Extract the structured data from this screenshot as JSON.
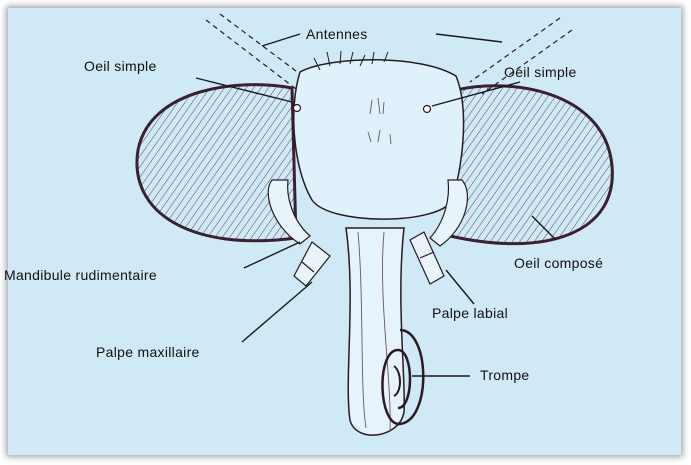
{
  "diagram": {
    "labels": {
      "antennes": "Antennes",
      "oeil_simple_left": "Oeil simple",
      "oeil_simple_right": "Oeil simple",
      "oeil_compose": "Oeil composé",
      "mandibule": "Mandibule rudimentaire",
      "palpe_labial": "Palpe labial",
      "palpe_maxillaire": "Palpe maxillaire",
      "trompe": "Trompe"
    },
    "colors": {
      "background": "#cfe9f7",
      "ink": "#2a1a22",
      "eye": "#3a2030"
    }
  }
}
